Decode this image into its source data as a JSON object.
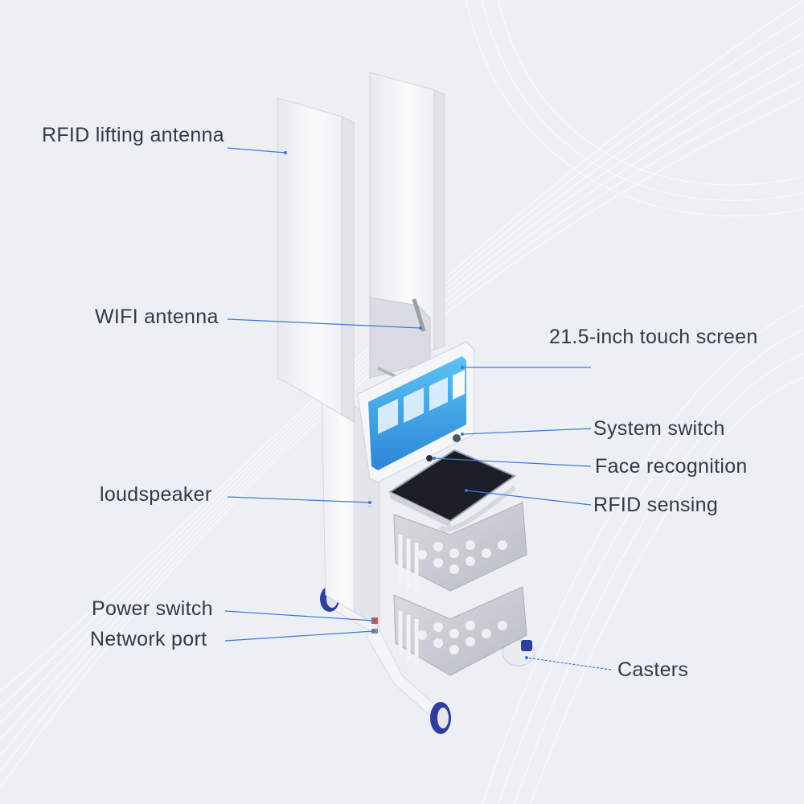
{
  "labels": {
    "rfid_lifting_antenna": "RFID lifting antenna",
    "wifi_antenna": "WIFI antenna",
    "loudspeaker": "loudspeaker",
    "power_switch": "Power switch",
    "network_port": "Network port",
    "touch_screen": "21.5-inch touch screen",
    "system_switch": "System switch",
    "face_recognition": "Face recognition",
    "rfid_sensing": "RFID sensing",
    "casters": "Casters"
  },
  "colors": {
    "background": "#eceff4",
    "leader_line": "#3f78d6",
    "label_text": "#333a44",
    "device_body": "#f7f8fa",
    "screen_blue": "#3aa0e8",
    "caster_blue": "#2f3e9e"
  },
  "icons": {
    "device": "rfid-cart-illustration"
  }
}
